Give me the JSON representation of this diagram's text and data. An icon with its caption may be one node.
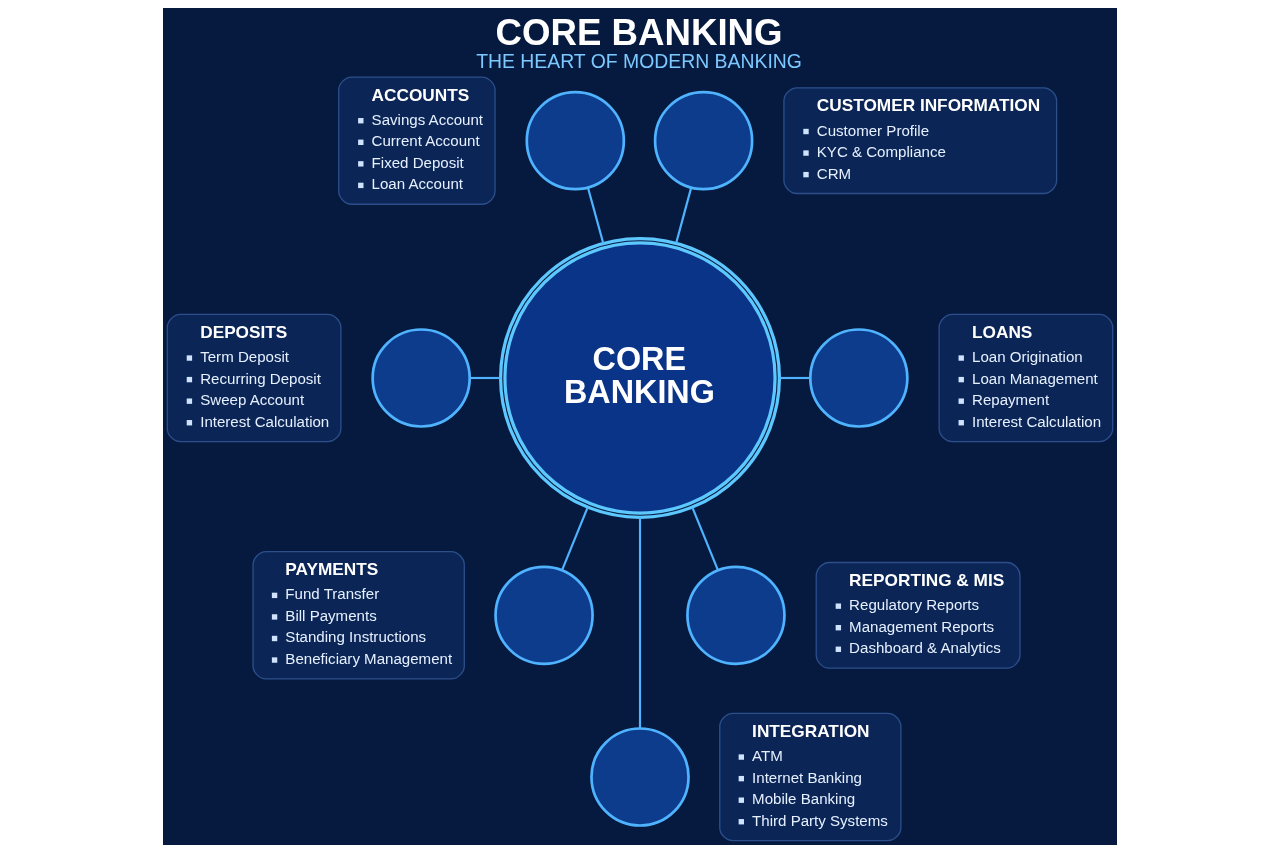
{
  "diagram": {
    "title": "CORE BANKING",
    "caption": "THE HEART OF MODERN BANKING",
    "nodes": [
      {
        "text": [
          "ACCOUNTS",
          "Savings Account",
          "Current Account",
          "Fixed Deposit",
          "Loan Account"
        ]
      },
      {
        "text": [],
        "shape": "circle"
      },
      {
        "text": [],
        "shape": "circle"
      },
      {
        "text": [
          "CUSTOMER INFORMATION",
          "Customer Profile",
          "KYC & Compliance",
          "CRM"
        ]
      },
      {
        "text": [
          "DEPOSITS",
          "Term Deposit",
          "Recurring Deposit",
          "Sweep Account",
          "Interest Calculation"
        ]
      },
      {
        "text": [],
        "shape": "circle"
      },
      {
        "text": [
          "CORE BANKING"
        ]
      },
      {
        "text": [],
        "shape": "circle"
      },
      {
        "text": [
          "LOANS",
          "Loan Origination",
          "Loan Management",
          "Repayment",
          "Interest Calculation"
        ]
      },
      {
        "text": [
          "PAYMENTS",
          "Fund Transfer",
          "Bill Payments",
          "Standing Instructions",
          "Beneficiary Management"
        ]
      },
      {
        "text": [],
        "shape": "circle"
      },
      {
        "text": [],
        "shape": "circle"
      },
      {
        "text": [],
        "shape": "circle"
      },
      {
        "text": [
          "REPORTING & MIS",
          "Regulatory Reports",
          "Management Reports",
          "Dashboard & Analytics"
        ]
      },
      {
        "text": [
          "INTEGRATION",
          "ATM",
          "Internet Banking",
          "Mobile Banking",
          "Third Party Systems"
        ]
      }
    ],
    "edges": [
      {
        "from": 1,
        "to": 6,
        "arrow": "none"
      },
      {
        "from": 2,
        "to": 6,
        "arrow": "none"
      },
      {
        "from": 5,
        "to": 6,
        "arrow": "none"
      },
      {
        "from": 6,
        "to": 7,
        "arrow": "none"
      },
      {
        "from": 6,
        "to": 10,
        "arrow": "none"
      },
      {
        "from": 6,
        "to": 11,
        "arrow": "none"
      },
      {
        "from": 6,
        "to": 12,
        "arrow": "none"
      }
    ]
  }
}
